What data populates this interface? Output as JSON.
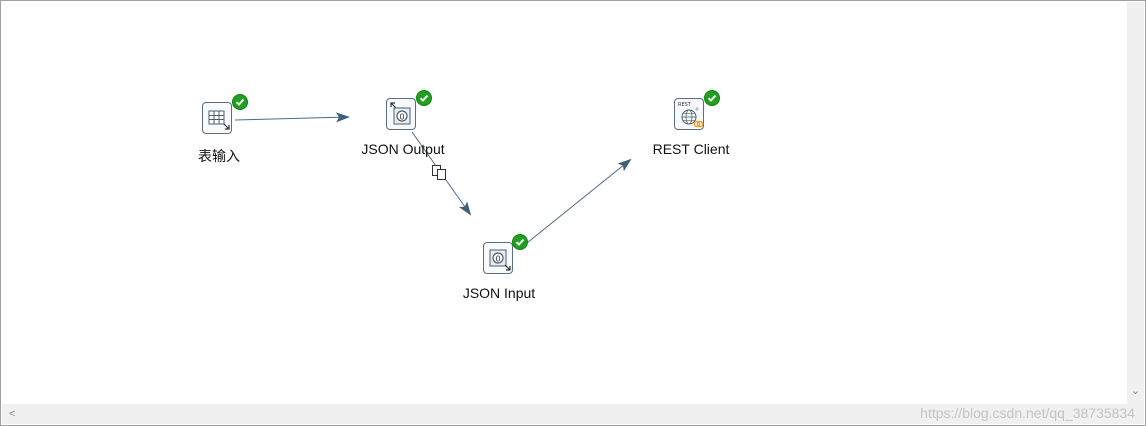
{
  "canvas": {
    "steps": [
      {
        "id": "table-input",
        "label": "表输入",
        "icon": "table-input-icon",
        "status": "success"
      },
      {
        "id": "json-output",
        "label": "JSON Output",
        "icon": "json-output-icon",
        "status": "success"
      },
      {
        "id": "json-input",
        "label": "JSON Input",
        "icon": "json-input-icon",
        "status": "success"
      },
      {
        "id": "rest-client",
        "label": "REST Client",
        "icon": "rest-client-icon",
        "rest_badge": "REST",
        "status": "success"
      }
    ],
    "hops": [
      {
        "from": "表输入",
        "to": "JSON Output"
      },
      {
        "from": "JSON Output",
        "to": "JSON Input",
        "mode": "copy",
        "mode_icon": "copy-rows-icon"
      },
      {
        "from": "JSON Input",
        "to": "REST Client"
      }
    ]
  },
  "scrollbars": {
    "left_arrow": "<",
    "down_arrow": "⌄"
  },
  "watermark": "https://blog.csdn.net/qq_38735834",
  "colors": {
    "hop_line": "#4a6a85",
    "success": "#1fa01f",
    "step_border": "#5b6f80"
  }
}
